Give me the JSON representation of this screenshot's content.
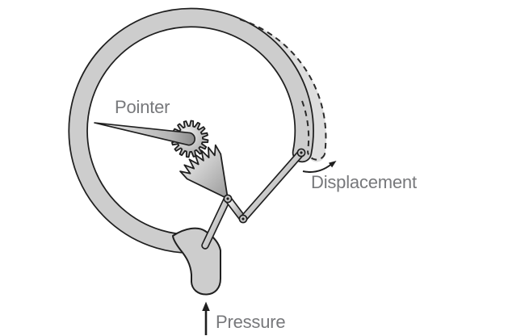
{
  "diagram": {
    "type": "bourdon-tube-pressure-gauge-schematic",
    "labels": {
      "pointer": "Pointer",
      "displacement": "Displacement",
      "pressure": "Pressure"
    },
    "icons": {
      "pressure_arrow": "up-arrow",
      "displacement_arrow": "curved-right-arrow"
    },
    "colors": {
      "background": "#ffffff",
      "tube_fill": "#cdcdcd",
      "displaced_tube_fill": "#dedede",
      "outline": "#1f1f1f",
      "label_text": "#77787b",
      "joint_fill": "#c9c9c9"
    }
  }
}
